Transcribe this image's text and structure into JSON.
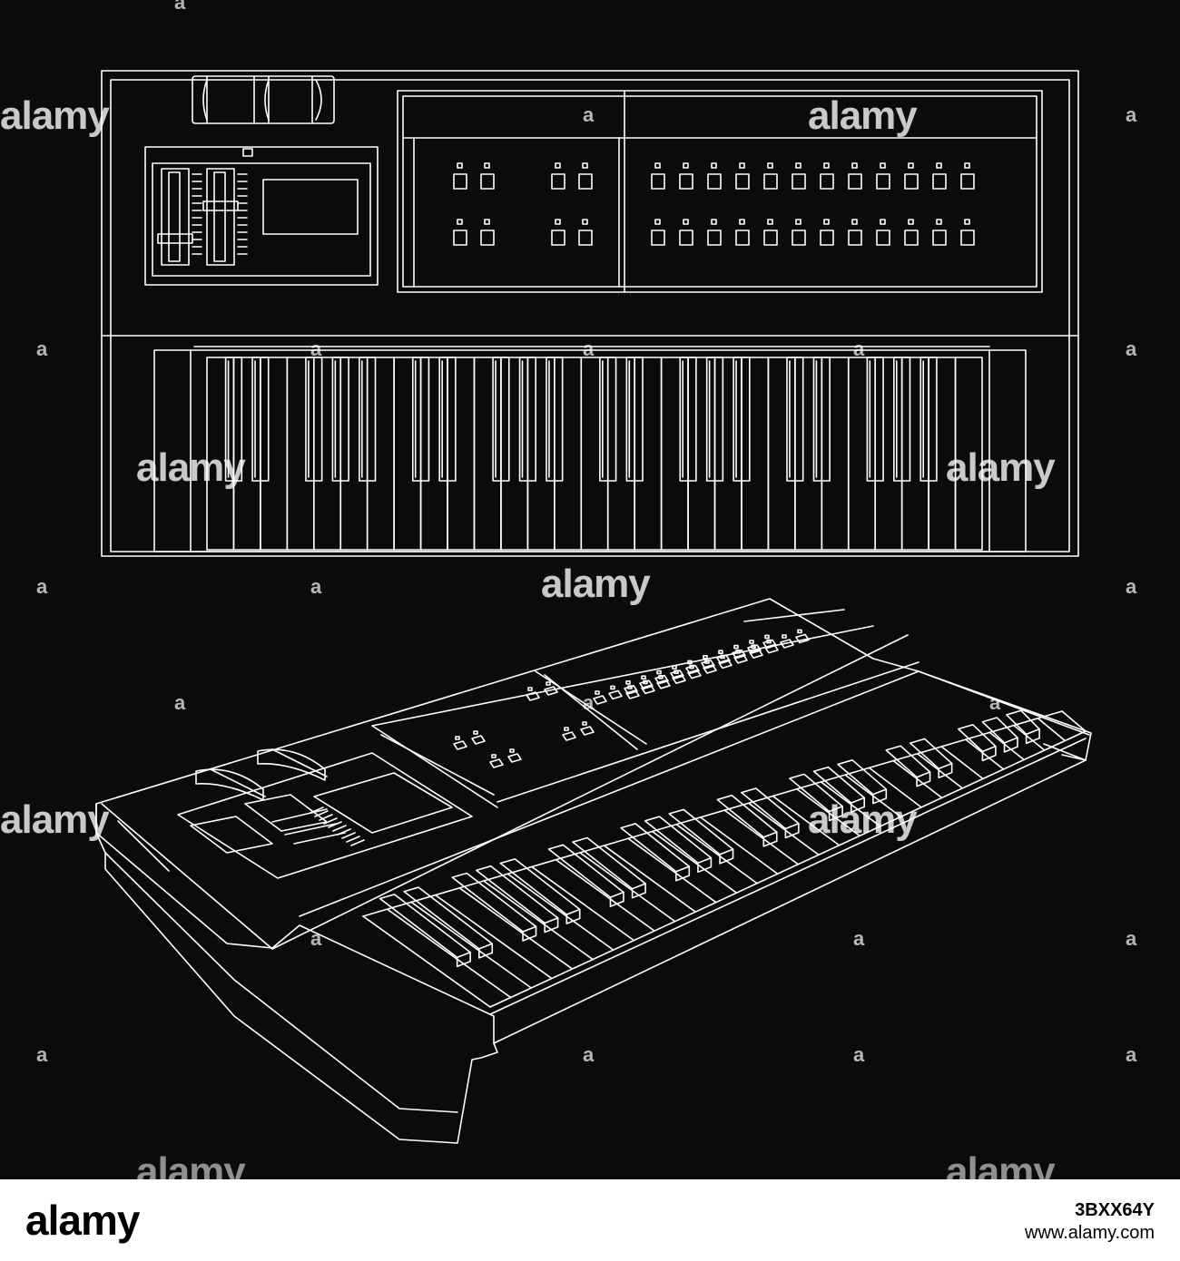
{
  "watermark": {
    "text": "alamy",
    "marker": "a"
  },
  "footer": {
    "logo": "alamy",
    "image_id": "3BXX64Y",
    "url": "www.alamy.com"
  },
  "colors": {
    "background": "#0b0b0b",
    "line": "#ffffff",
    "footer_background": "#ffffff",
    "footer_text": "#000000"
  }
}
